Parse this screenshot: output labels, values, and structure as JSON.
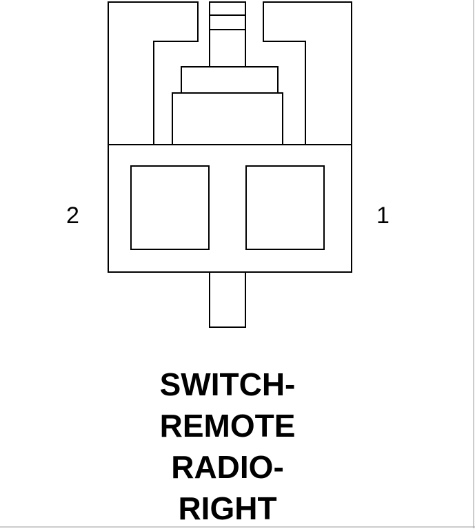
{
  "diagram": {
    "pins": [
      {
        "id": "2",
        "label": "2"
      },
      {
        "id": "1",
        "label": "1"
      }
    ],
    "title_lines": [
      "SWITCH-",
      "REMOTE",
      "RADIO-",
      "RIGHT"
    ],
    "colors": {
      "stroke": "#000000",
      "background": "#ffffff",
      "frame_edge": "#999999"
    }
  }
}
